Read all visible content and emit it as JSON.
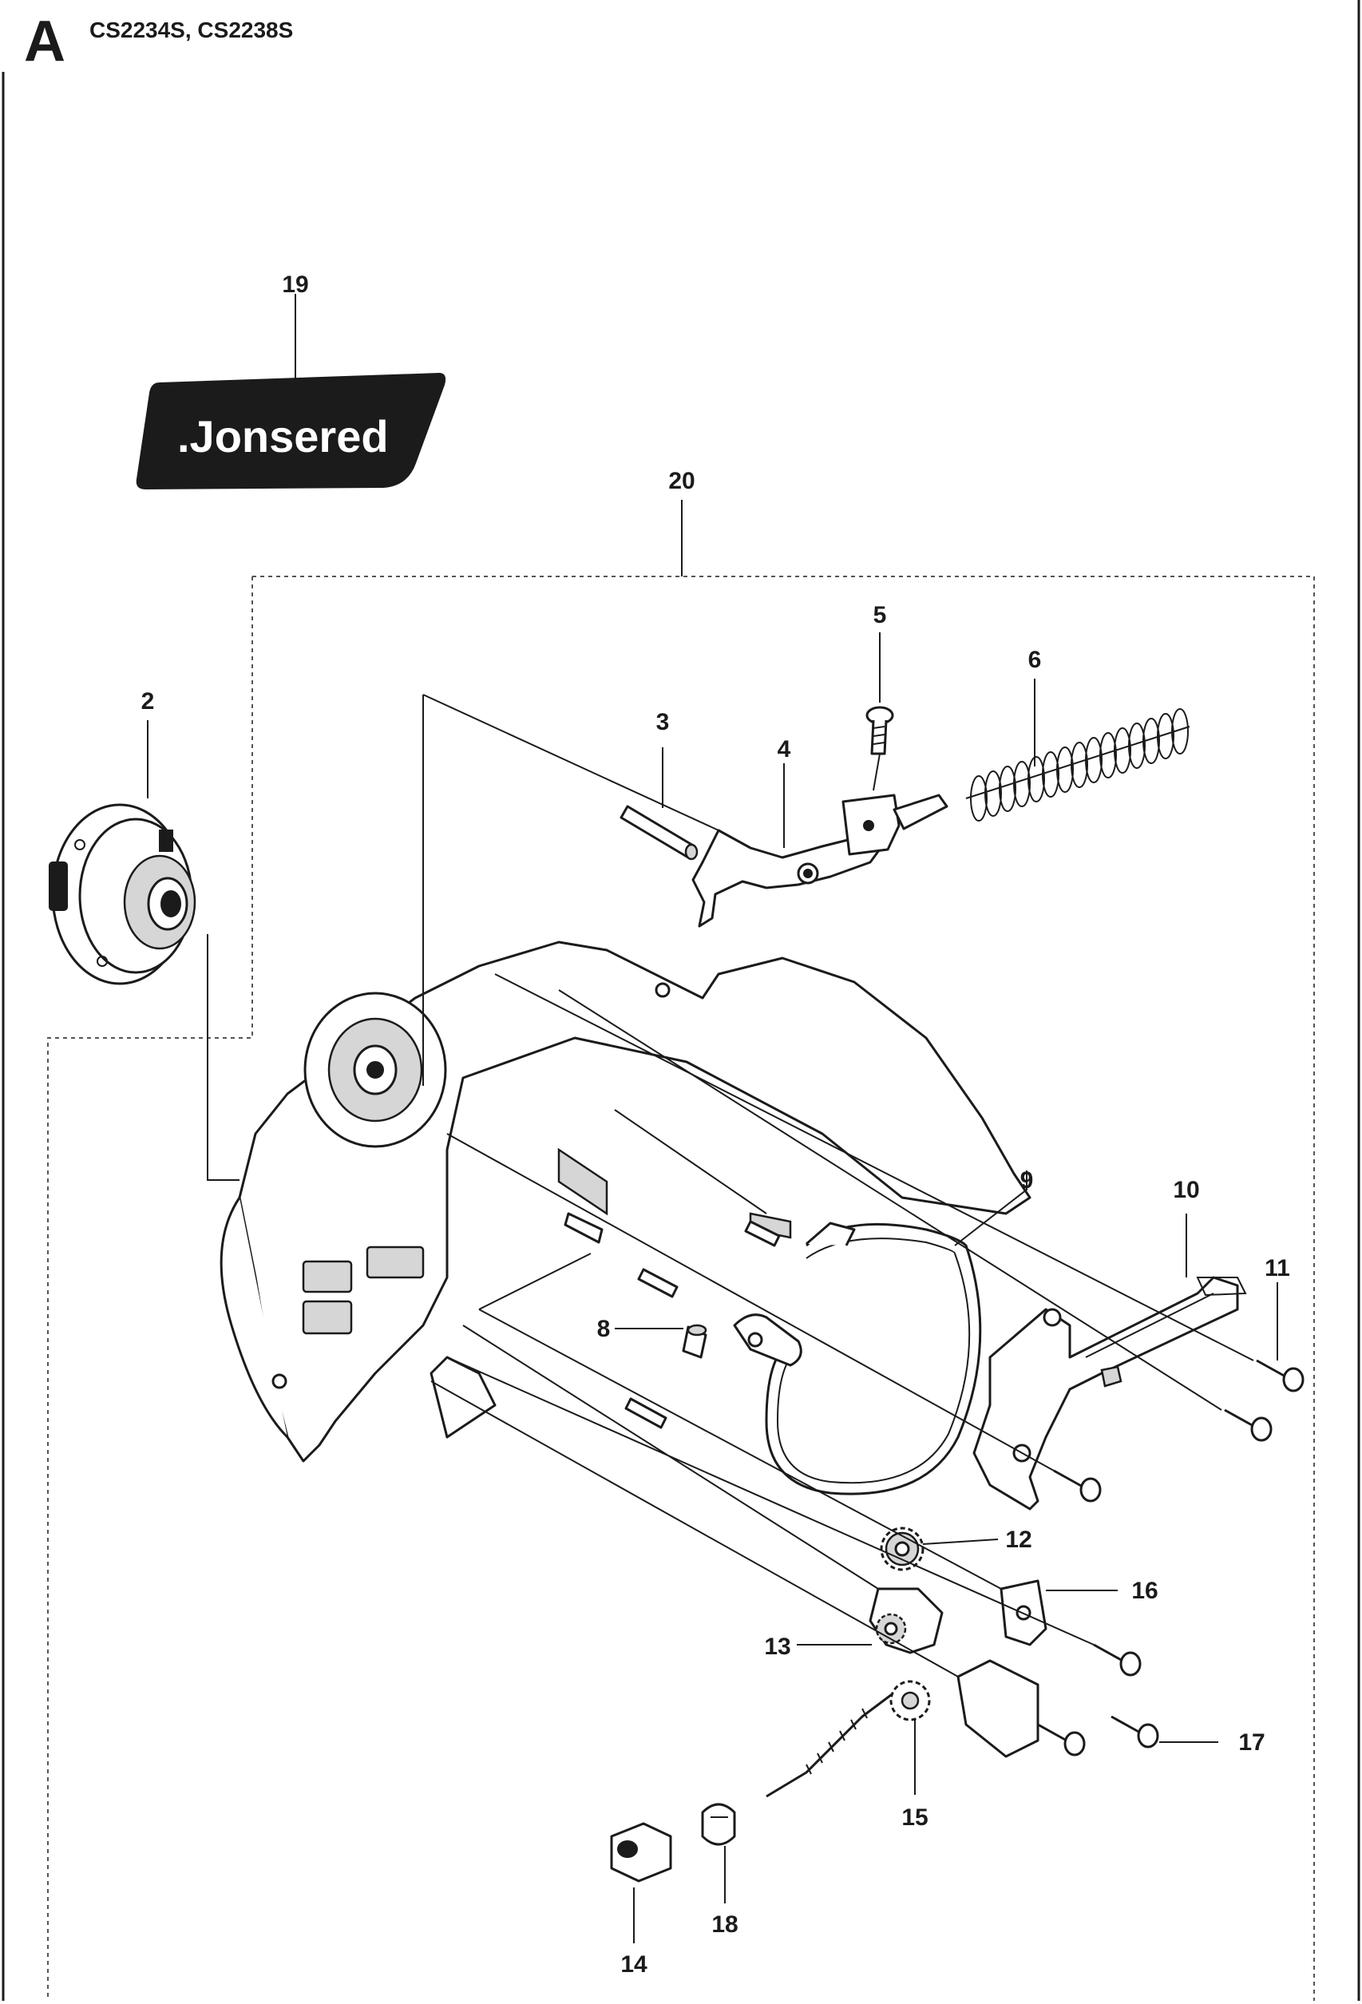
{
  "header": {
    "section_letter": "A",
    "models": "CS2234S, CS2238S"
  },
  "decal": {
    "brand": ".Jonsered"
  },
  "callouts": {
    "p2": "2",
    "p3": "3",
    "p4": "4",
    "p5": "5",
    "p6": "6",
    "p8": "8",
    "p9": "9",
    "p10": "10",
    "p11": "11",
    "p12": "12",
    "p13": "13",
    "p14": "14",
    "p15": "15",
    "p16": "16",
    "p17": "17",
    "p18": "18",
    "p19": "19",
    "p20": "20"
  }
}
